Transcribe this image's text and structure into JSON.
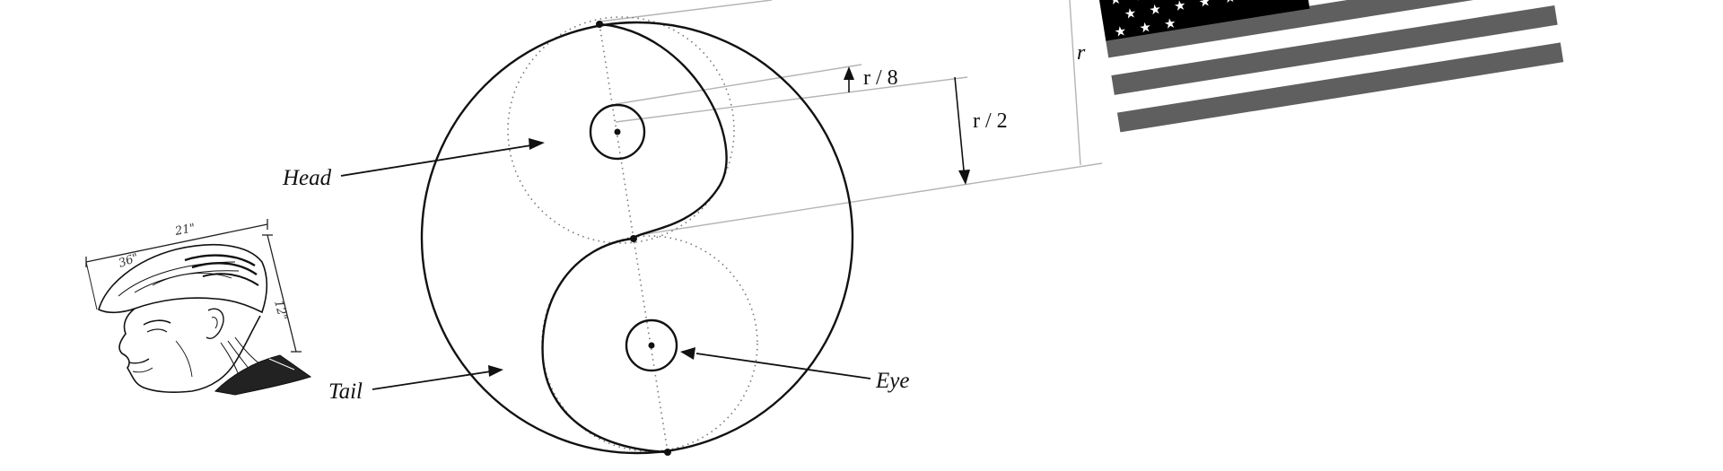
{
  "diagram": {
    "labels": {
      "head": "Head",
      "tail": "Tail",
      "eye": "Eye"
    },
    "dimensions": {
      "radius": "r",
      "half_radius": "r / 2",
      "eighth_radius": "r / 8"
    }
  },
  "portrait_sketch": {
    "width_label": "21\"",
    "depth_label": "36\"",
    "height_label": "12\""
  },
  "flag": {
    "style": "grayscale",
    "stripe_color": "#5f5f5f",
    "canton_color": "#000000"
  }
}
